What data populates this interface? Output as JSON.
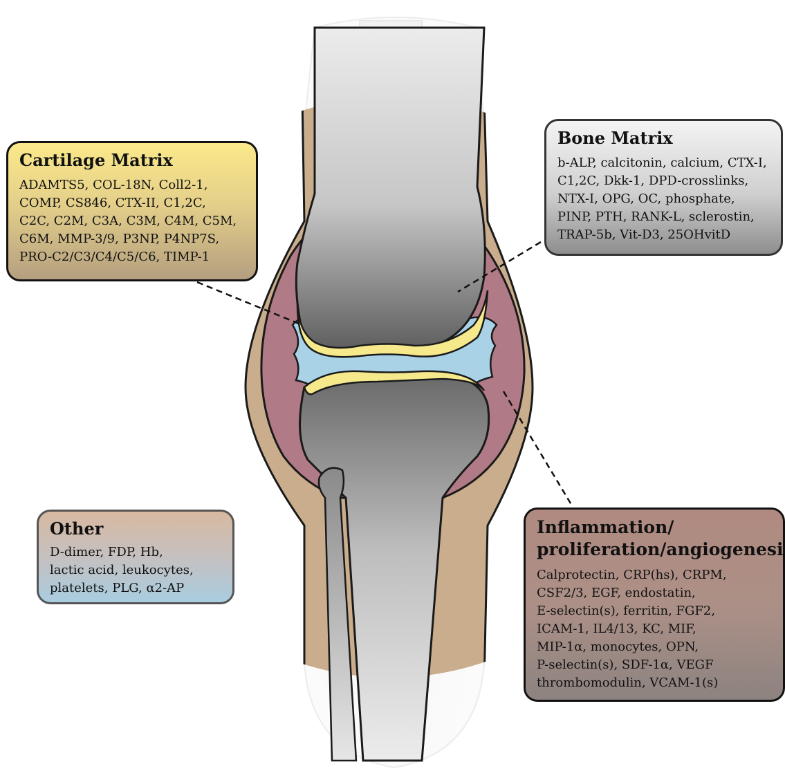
{
  "boxes": {
    "cartilage": {
      "title": "Cartilage Matrix",
      "items": "ADAMTS5, COL-18N, Coll2-1,\nCOMP, CS846, CTX-II, C1,2C,\nC2C, C2M, C3A, C3M, C4M, C5M,\nC6M, MMP-3/9, P3NP, P4NP7S,\nPRO-C2/C3/C4/C5/C6, TIMP-1"
    },
    "bone": {
      "title": "Bone Matrix",
      "items": "b-ALP, calcitonin, calcium, CTX-I,\nC1,2C, Dkk-1, DPD-crosslinks,\nNTX-I, OPG, OC, phosphate,\nPINP, PTH, RANK-L, sclerostin,\nTRAP-5b, Vit-D3, 25OHvitD"
    },
    "other": {
      "title": "Other",
      "items": "D-dimer, FDP, Hb,\nlactic acid, leukocytes,\nplatelets, PLG, α2-AP"
    },
    "inflammation": {
      "title": "Inflammation/\nproliferation/angiogenesis",
      "items": "Calprotectin, CRP(hs), CRPM,\nCSF2/3, EGF, endostatin,\nE-selectin(s), ferritin, FGF2,\nICAM-1, IL4/13, KC, MIF,\nMIP-1α, monocytes, OPN,\nP-selectin(s), SDF-1α, VEGF\nthrombomodulin, VCAM-1(s)"
    }
  },
  "colors": {
    "cartilage_yellow": "#f6e98c",
    "synovial_fluid": "#a9d2e6",
    "synovium": "#b07a86",
    "soft_tissue": "#c9ad8c",
    "bone_grey": "#9a9a9a"
  }
}
